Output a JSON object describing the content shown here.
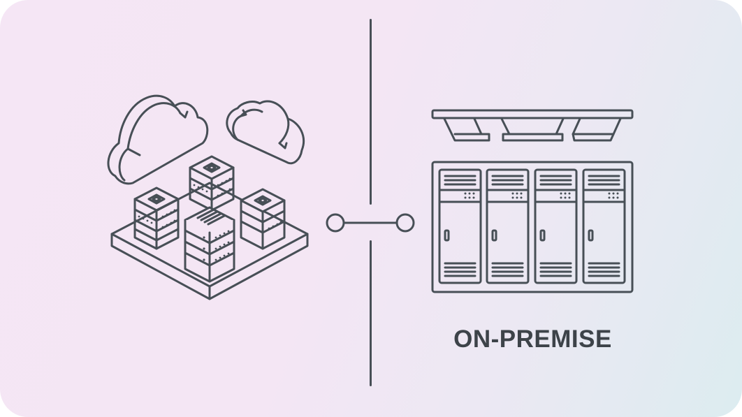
{
  "diagram": {
    "left_panel": {
      "icon": "cloud-servers-icon",
      "description": "Isometric cloud infrastructure: two clouds above a platform with four server stacks"
    },
    "connector": {
      "icon": "connection-link-icon",
      "nodes": 2
    },
    "right_panel": {
      "icon": "on-premise-datacenter-icon",
      "label": "ON-PREMISE",
      "rack_count": 4
    },
    "colors": {
      "stroke": "#474f56",
      "text": "#3d4349",
      "background_left": "#f5e6f5",
      "background_right": "#dcecf0"
    }
  }
}
